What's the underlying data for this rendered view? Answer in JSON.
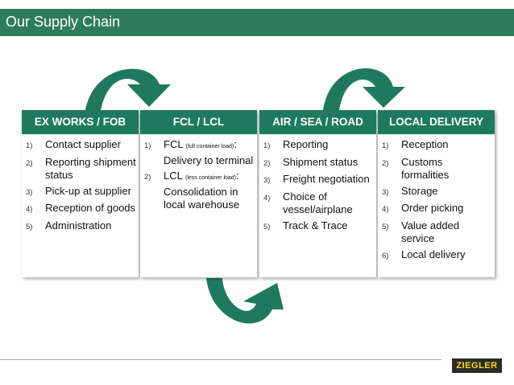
{
  "header": {
    "title": "Our Supply Chain"
  },
  "columns": [
    {
      "title": "EX WORKS / FOB",
      "items": [
        {
          "num": "1)",
          "text": "Contact supplier"
        },
        {
          "num": "2)",
          "text": "Reporting shipment status"
        },
        {
          "num": "3)",
          "text": "Pick-up at supplier"
        },
        {
          "num": "4)",
          "text": "Reception of goods"
        },
        {
          "num": "5)",
          "text": "Administration"
        }
      ]
    },
    {
      "title": "FCL / LCL",
      "items": [
        {
          "num": "1)",
          "lead": "FCL ",
          "note": "(full container load)",
          "tail": ": Delivery to terminal"
        },
        {
          "num": "2)",
          "lead": "LCL ",
          "note": "(less container load)",
          "tail": ": Consolidation in local warehouse"
        }
      ]
    },
    {
      "title": "AIR / SEA / ROAD",
      "items": [
        {
          "num": "1)",
          "text": "Reporting"
        },
        {
          "num": "2)",
          "text": "Shipment status"
        },
        {
          "num": "3)",
          "text": "Freight negotiation"
        },
        {
          "num": "4)",
          "text": "Choice of vessel/airplane"
        },
        {
          "num": "5)",
          "text": "Track & Trace"
        }
      ]
    },
    {
      "title": "LOCAL DELIVERY",
      "items": [
        {
          "num": "1)",
          "text": "Reception"
        },
        {
          "num": "2)",
          "text": "Customs formalities"
        },
        {
          "num": "3)",
          "text": "Storage"
        },
        {
          "num": "4)",
          "text": "Order picking"
        },
        {
          "num": "5)",
          "text": "Value added service"
        },
        {
          "num": "6)",
          "text": "Local delivery"
        }
      ]
    }
  ],
  "logo": {
    "text": "ZIEGLER"
  },
  "colors": {
    "brand_green": "#1f7a5d",
    "title_bar": "#2e7c5c",
    "logo_bg": "#2b2b2b",
    "logo_text": "#ffdd00"
  }
}
